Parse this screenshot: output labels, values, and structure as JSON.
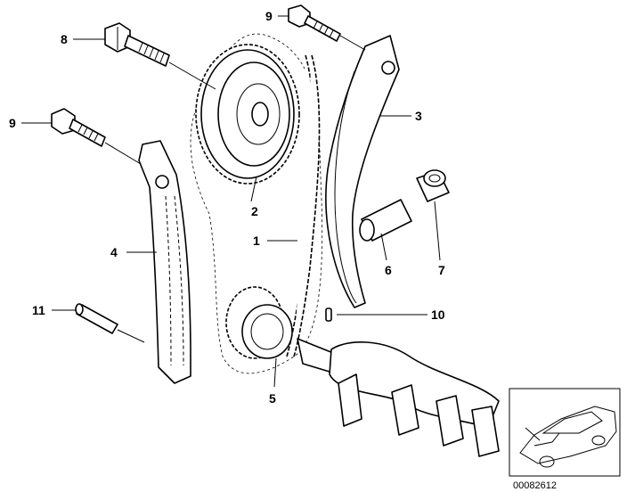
{
  "diagram": {
    "callouts": [
      {
        "id": "c1",
        "label": "1"
      },
      {
        "id": "c2",
        "label": "2"
      },
      {
        "id": "c3",
        "label": "3"
      },
      {
        "id": "c4",
        "label": "4"
      },
      {
        "id": "c5",
        "label": "5"
      },
      {
        "id": "c6",
        "label": "6"
      },
      {
        "id": "c7",
        "label": "7"
      },
      {
        "id": "c8",
        "label": "8"
      },
      {
        "id": "c9a",
        "label": "9"
      },
      {
        "id": "c9b",
        "label": "9"
      },
      {
        "id": "c10",
        "label": "10"
      },
      {
        "id": "c11",
        "label": "11"
      }
    ],
    "drawing_code": "00082612",
    "icons": {
      "inset": "car-location-icon"
    }
  }
}
